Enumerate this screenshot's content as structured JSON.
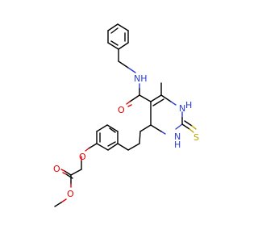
{
  "molecule": {
    "atom_labels": {
      "nh_amide": "NH",
      "o_amide": "O",
      "nh_ring_top": "H",
      "n_ring_top": "N",
      "nh_ring_bottom": "H",
      "n_ring_bottom": "N",
      "s_thione": "S",
      "o_ether": "O",
      "o_carbonyl": "O",
      "o_ester": "O"
    },
    "colors": {
      "bond": "#000000",
      "oxygen": "#e00000",
      "nitrogen": "#2a3bd6",
      "sulfur": "#b8a800"
    }
  }
}
